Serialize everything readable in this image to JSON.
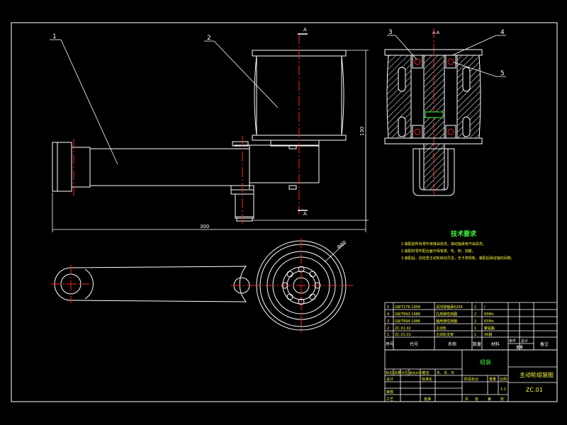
{
  "colors": {
    "background": "#000000",
    "line": "#ffffff",
    "center_line": "#ff2020",
    "dimension": "#ffffff",
    "hatch": "#ffffff",
    "notes_text": "#ffff40",
    "notes_title": "#40ff40",
    "table_text": "#ffff40",
    "table_green": "#40ff40"
  },
  "balloons": {
    "b1": "1",
    "b2": "2",
    "b3": "3",
    "b4": "4",
    "b5": "5"
  },
  "section_marks": {
    "top": "A",
    "bottom": "A",
    "section_label": "A-A"
  },
  "dimensions": {
    "overall_length": "300",
    "overall_height": "130",
    "wheel_dia": "Φ80"
  },
  "technical_requirements": {
    "title": "技术要求",
    "items": [
      "1.装配前所有零件用煤油清洗，滚动轴承用汽油清洗。",
      "2.装配时零件配合面不得有锈、毛、刺、划痕。",
      "3.装配后，应检查主动轮转动灵活，无卡滞现象，装配后保证轴向间隙。"
    ]
  },
  "parts_list": {
    "rows": [
      {
        "no": "5",
        "code": "GB/T276-1994",
        "name": "深沟球轴承6204",
        "qty": "2",
        "material": "/"
      },
      {
        "no": "4",
        "code": "GB/T893-1986",
        "name": "孔用弹性挡圈",
        "qty": "2",
        "material": "65Mn"
      },
      {
        "no": "3",
        "code": "GB/T894-1986",
        "name": "轴用弹性挡圈",
        "qty": "2",
        "material": "65Mn"
      },
      {
        "no": "2",
        "code": "ZC.01.02",
        "name": "主动轮",
        "qty": "1",
        "material": "聚氨酯"
      },
      {
        "no": "1",
        "code": "ZC.01.01",
        "name": "主动轮支架",
        "qty": "1",
        "material": "45钢"
      }
    ],
    "headers": {
      "no": "序号",
      "code": "代号",
      "name": "名称",
      "qty": "数量",
      "material": "材料",
      "single_weight": "单件",
      "total_weight": "总计",
      "weight": "重量",
      "remark": "备注"
    }
  },
  "title_block": {
    "drawing_name": "主动轮组装图",
    "drawing_no": "ZC.01",
    "material_mark": "组装",
    "scale": "1:1",
    "labels": {
      "mark": "标记",
      "count": "处数",
      "zone": "分区",
      "change_doc": "更改文件号",
      "sign": "签名",
      "date": "年、月、日",
      "design": "设计",
      "standardize": "标准化",
      "review": "审核",
      "process": "工艺",
      "approve": "批准",
      "stage_mark": "阶段标记",
      "weight": "重量",
      "scale_label": "比例",
      "sheet_total": "共",
      "sheet_of": "张",
      "sheet_no": "第",
      "sheet_unit": "张"
    }
  }
}
